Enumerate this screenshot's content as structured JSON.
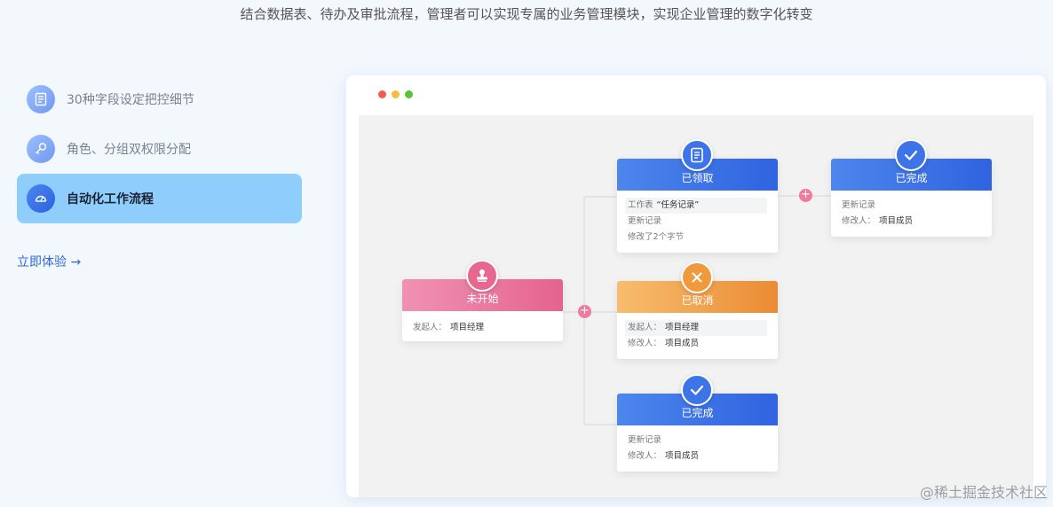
{
  "header": {
    "subtitle": "结合数据表、待办及审批流程，管理者可以实现专属的业务管理模块，实现企业管理的数字化转变"
  },
  "features": [
    {
      "label": "30种字段设定把控细节",
      "icon": "form-field-icon",
      "active": false
    },
    {
      "label": "角色、分组双权限分配",
      "icon": "key-icon",
      "active": false
    },
    {
      "label": "自动化工作流程",
      "icon": "workflow-dashboard-icon",
      "active": true
    }
  ],
  "cta": {
    "label": "立即体验 →"
  },
  "window": {
    "dots": [
      "#ef5b55",
      "#f4be3f",
      "#57c23a"
    ]
  },
  "flow": {
    "start": {
      "title": "未开始",
      "icon": "stamp-icon",
      "color": "#e5638e",
      "field_label": "发起人：",
      "field_value": "项目经理"
    },
    "claimed": {
      "title": "已领取",
      "icon": "document-icon",
      "color": "#2f63e0",
      "table_label": "工作表",
      "table_value": "“任务记录”",
      "line1": "更新记录",
      "line2": "修改了2个字节"
    },
    "cancelled": {
      "title": "已取消",
      "icon": "close-icon",
      "color": "#ea8b33",
      "field_label": "发起人：",
      "field_value": "项目经理",
      "modifier_label": "修改人：",
      "modifier_value": "项目成员"
    },
    "completed_bottom": {
      "title": "已完成",
      "icon": "check-icon",
      "color": "#2f63e0",
      "line1": "更新记录",
      "modifier_label": "修改人：",
      "modifier_value": "项目成员"
    },
    "completed_right": {
      "title": "已完成",
      "icon": "check-icon",
      "color": "#2f63e0",
      "line1": "更新记录",
      "modifier_label": "修改人：",
      "modifier_value": "项目成员"
    },
    "add_symbol": "+"
  },
  "watermark": "@稀土掘金技术社区"
}
